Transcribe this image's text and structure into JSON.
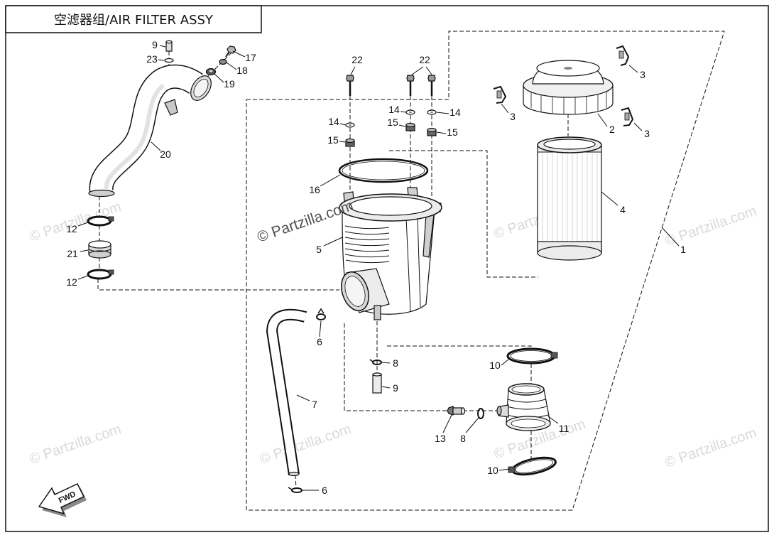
{
  "title": "空滤器组/AIR FILTER ASSY",
  "watermark": "© Partzilla.com",
  "fwd_label": "FWD",
  "callouts": [
    "9",
    "23",
    "17",
    "18",
    "19",
    "20",
    "22",
    "22",
    "14",
    "15",
    "14",
    "15",
    "14",
    "15",
    "16",
    "5",
    "3",
    "3",
    "3",
    "2",
    "4",
    "1",
    "12",
    "21",
    "12",
    "6",
    "7",
    "8",
    "9",
    "10",
    "11",
    "13",
    "8",
    "10",
    "6"
  ]
}
